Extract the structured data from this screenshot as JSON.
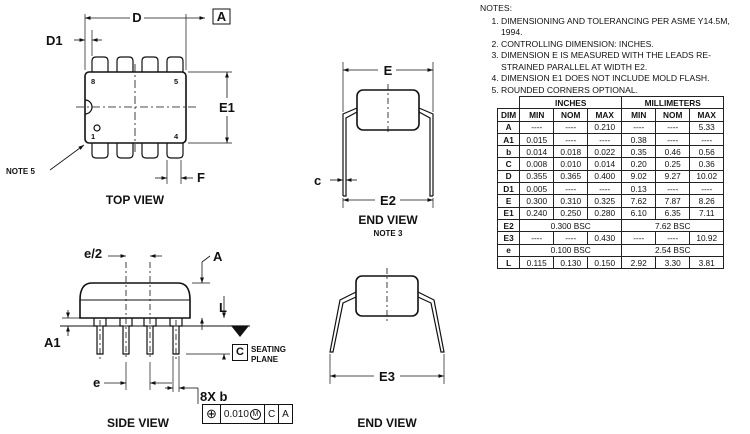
{
  "labels": {
    "D": "D",
    "D1": "D1",
    "A_datum": "A",
    "E1": "E1",
    "F": "F",
    "note5": "NOTE 5",
    "pin8": "8",
    "pin5": "5",
    "pin1": "1",
    "pin4": "4",
    "top_view": "TOP VIEW",
    "E": "E",
    "c": "c",
    "E2": "E2",
    "end_view_1": "END VIEW",
    "note3": "NOTE 3",
    "e2": "e/2",
    "A": "A",
    "L": "L",
    "A1": "A1",
    "C_datum": "C",
    "seating": "SEATING",
    "plane": "PLANE",
    "e": "e",
    "b_8x": "8X b",
    "side_view": "SIDE VIEW",
    "E3": "E3",
    "end_view_2": "END VIEW"
  },
  "fcf": {
    "symbol": "⊕",
    "tolerance": "0.010",
    "modifier": "M",
    "datum1": "C",
    "datum2": "A"
  },
  "notes": {
    "heading": "NOTES:",
    "items": [
      "DIMENSIONING AND TOLERANCING PER ASME Y14.5M, 1994.",
      "CONTROLLING DIMENSION: INCHES.",
      "DIMENSION E IS MEASURED WITH THE LEADS RE-STRAINED PARALLEL AT WIDTH E2.",
      "DIMENSION E1 DOES NOT INCLUDE MOLD FLASH.",
      "ROUNDED CORNERS OPTIONAL."
    ]
  },
  "table": {
    "group_headers": [
      "INCHES",
      "MILLIMETERS"
    ],
    "dim_header": "DIM",
    "sub_headers": [
      "MIN",
      "NOM",
      "MAX",
      "MIN",
      "NOM",
      "MAX"
    ],
    "rows": [
      {
        "dim": "A",
        "in": [
          "----",
          "----",
          "0.210"
        ],
        "mm": [
          "----",
          "----",
          "5.33"
        ]
      },
      {
        "dim": "A1",
        "in": [
          "0.015",
          "----",
          "----"
        ],
        "mm": [
          "0.38",
          "----",
          "----"
        ]
      },
      {
        "dim": "b",
        "in": [
          "0.014",
          "0.018",
          "0.022"
        ],
        "mm": [
          "0.35",
          "0.46",
          "0.56"
        ]
      },
      {
        "dim": "C",
        "in": [
          "0.008",
          "0.010",
          "0.014"
        ],
        "mm": [
          "0.20",
          "0.25",
          "0.36"
        ]
      },
      {
        "dim": "D",
        "in": [
          "0.355",
          "0.365",
          "0.400"
        ],
        "mm": [
          "9.02",
          "9.27",
          "10.02"
        ]
      },
      {
        "dim": "D1",
        "in": [
          "0.005",
          "----",
          "----"
        ],
        "mm": [
          "0.13",
          "----",
          "----"
        ]
      },
      {
        "dim": "E",
        "in": [
          "0.300",
          "0.310",
          "0.325"
        ],
        "mm": [
          "7.62",
          "7.87",
          "8.26"
        ]
      },
      {
        "dim": "E1",
        "in": [
          "0.240",
          "0.250",
          "0.280"
        ],
        "mm": [
          "6.10",
          "6.35",
          "7.11"
        ]
      },
      {
        "dim": "E2",
        "in_span": "0.300 BSC",
        "mm_span": "7.62 BSC"
      },
      {
        "dim": "E3",
        "in": [
          "----",
          "----",
          "0.430"
        ],
        "mm": [
          "----",
          "----",
          "10.92"
        ]
      },
      {
        "dim": "e",
        "in_span": "0.100 BSC",
        "mm_span": "2.54 BSC"
      },
      {
        "dim": "L",
        "in": [
          "0.115",
          "0.130",
          "0.150"
        ],
        "mm": [
          "2.92",
          "3.30",
          "3.81"
        ]
      }
    ]
  }
}
